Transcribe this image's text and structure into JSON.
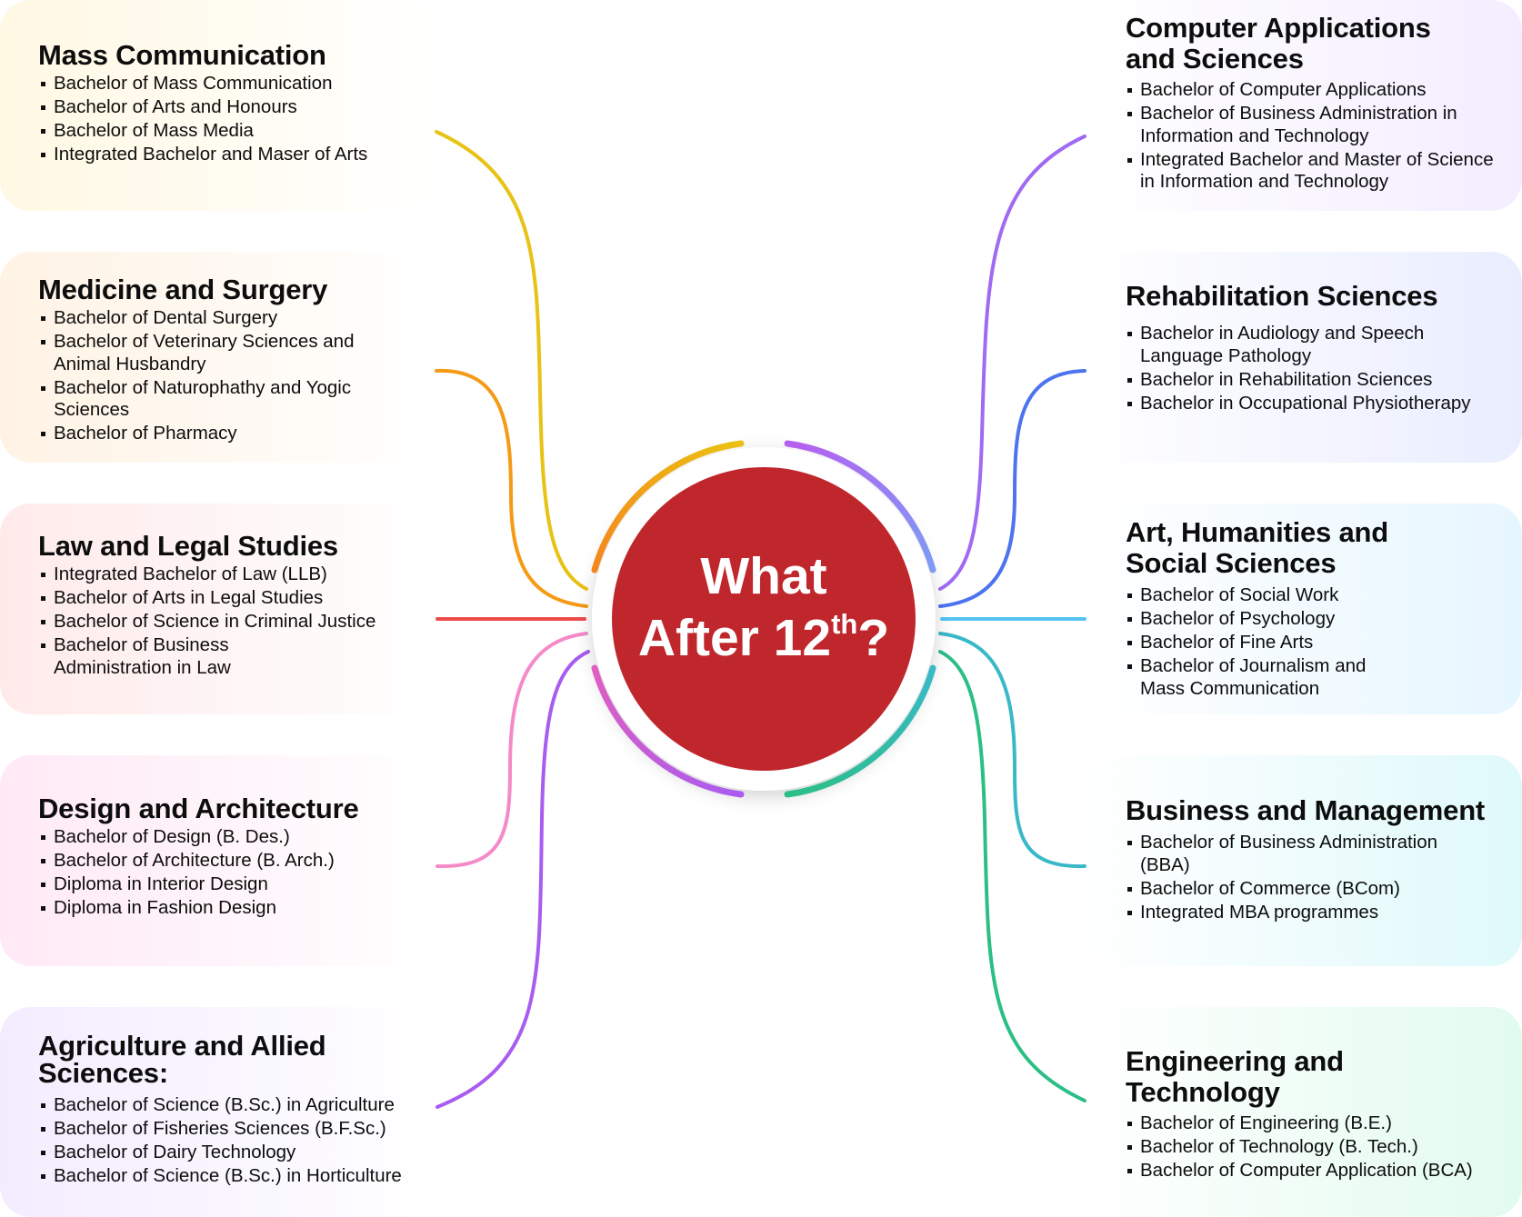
{
  "center": {
    "line1": "What",
    "line2": "After 12",
    "sup": "th",
    "tail": "?"
  },
  "colors": {
    "hub_fill": "#c0272d",
    "mass_communication": "#e8c214",
    "medicine": "#f59a16",
    "law": "#ef4a4a",
    "design": "#f58ac8",
    "agriculture": "#a95cf0",
    "computer": "#a06af2",
    "rehabilitation": "#4d73ef",
    "arts": "#55c3f2",
    "business": "#39b9c7",
    "engineering": "#2bbf86"
  },
  "left": [
    {
      "title": "Mass Communication",
      "items": [
        "Bachelor of Mass Communication",
        "Bachelor of Arts and Honours",
        "Bachelor of Mass Media",
        "Integrated Bachelor and Maser of Arts"
      ]
    },
    {
      "title": "Medicine and Surgery",
      "items": [
        "Bachelor of Dental Surgery",
        "Bachelor of Veterinary Sciences and Animal Husbandry",
        "Bachelor of Naturophathy and Yogic Sciences",
        "Bachelor of Pharmacy"
      ]
    },
    {
      "title": "Law and Legal Studies",
      "items": [
        "Integrated Bachelor of Law (LLB)",
        "Bachelor of Arts in Legal Studies",
        "Bachelor of Science in Criminal Justice",
        "Bachelor of Business Administration in Law"
      ]
    },
    {
      "title": "Design and Architecture",
      "items": [
        "Bachelor of Design (B. Des.)",
        "Bachelor of Architecture (B. Arch.)",
        "Diploma in Interior Design",
        "Diploma in Fashion Design"
      ]
    },
    {
      "title": "Agriculture and Allied Sciences:",
      "items": [
        "Bachelor of Science (B.Sc.) in Agriculture",
        "Bachelor of Fisheries Sciences (B.F.Sc.)",
        "Bachelor of Dairy Technology",
        "Bachelor of Science (B.Sc.) in Horticulture"
      ]
    }
  ],
  "right": [
    {
      "title": "Computer Applications and Sciences",
      "items": [
        "Bachelor of Computer Applications",
        "Bachelor of Business Administration in Information and Technology",
        "Integrated Bachelor and Master of Science in Information and Technology"
      ]
    },
    {
      "title": "Rehabilitation Sciences",
      "items": [
        "Bachelor in Audiology and Speech Language Pathology",
        "Bachelor in Rehabilitation Sciences",
        "Bachelor in Occupational Physiotherapy"
      ]
    },
    {
      "title": "Art, Humanities and Social Sciences",
      "items": [
        "Bachelor of Social Work",
        "Bachelor of Psychology",
        "Bachelor of Fine Arts",
        "Bachelor of Journalism and Mass Communication"
      ]
    },
    {
      "title": "Business and Management",
      "items": [
        "Bachelor of Business Administration (BBA)",
        "Bachelor of Commerce (BCom)",
        "Integrated MBA programmes"
      ]
    },
    {
      "title": "Engineering and Technology",
      "items": [
        "Bachelor of Engineering (B.E.)",
        "Bachelor of Technology (B. Tech.)",
        "Bachelor of Computer Application (BCA)"
      ]
    }
  ]
}
